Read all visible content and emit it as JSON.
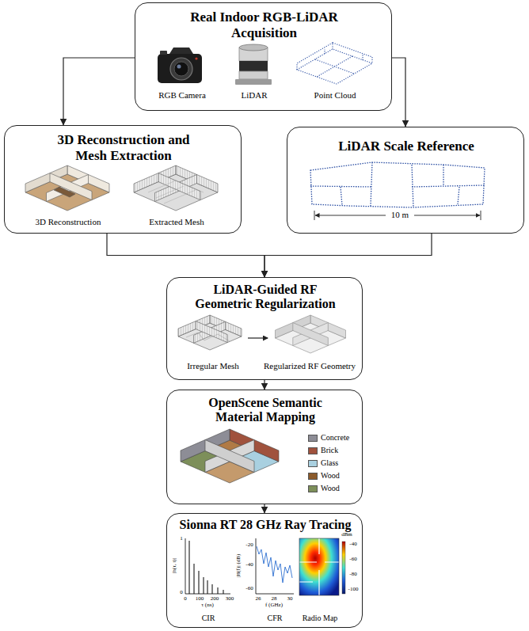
{
  "diagram": {
    "nodes": [
      {
        "text": [
          "Real Indoor RGB-LiDAR Acquisition",
          "RGB Camera",
          "LiDAR",
          "Point Cloud"
        ]
      },
      {
        "text": [
          "3D Reconstruction and Mesh Extraction",
          "3D Reconstruction",
          "Extracted Mesh"
        ]
      },
      {
        "text": [
          "LiDAR Scale Reference"
        ]
      },
      {
        "text": [
          "LiDAR-Guided RF Geometric Regularization",
          "Irregular Mesh",
          "Regularized RF Geometry"
        ]
      },
      {
        "text": [
          "OpenScene Semantic Material Mapping"
        ]
      },
      {
        "text": [
          "Sionna RT 28 GHz Ray Tracing",
          "CIR",
          "CFR",
          "Radio Map"
        ]
      }
    ],
    "edges": [
      {
        "from": 0,
        "to": 1,
        "arrow": "to"
      },
      {
        "from": 0,
        "to": 2,
        "arrow": "to"
      },
      {
        "from": 1,
        "to": 3,
        "arrow": "to"
      },
      {
        "from": 2,
        "to": 3,
        "arrow": "to"
      },
      {
        "from": 3,
        "to": 4,
        "arrow": "to"
      },
      {
        "from": 4,
        "to": 5,
        "arrow": "to"
      }
    ],
    "labels": [
      "10 m",
      "1",
      "0",
      "0",
      "100",
      "200",
      "300",
      "|h(τ, t)|",
      "τ (ns)",
      "-20",
      "-40",
      "-60",
      "|H(f)| (dB)",
      "26",
      "28",
      "30",
      "f (GHz)",
      "dBm",
      "-40",
      "-60",
      "-80",
      "-100"
    ],
    "legend": [
      {
        "text": "Concrete",
        "color": "#8d8d96"
      },
      {
        "text": "Brick",
        "color": "#a0523d"
      },
      {
        "text": "Glass",
        "color": "#a9d0e0"
      },
      {
        "text": "Wood",
        "color": "#8b5a2b"
      },
      {
        "text": "Wood",
        "color": "#7d8f5a"
      }
    ]
  }
}
